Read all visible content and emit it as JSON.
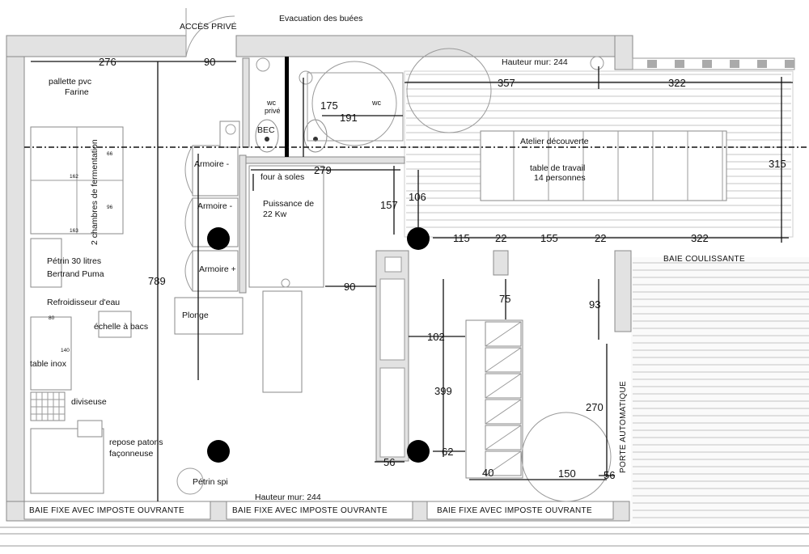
{
  "labels": {
    "acces_prive": "ACCÈS PRIVÉ",
    "evacuation_buees": "Evacuation des buées",
    "hauteur_mur_top": "Hauteur mur: 244",
    "hauteur_mur_bottom": "Hauteur mur: 244",
    "palette_pvc_line1": "pallette pvc",
    "palette_pvc_line2": "Farine",
    "wc_prive_line1": "wc",
    "wc_prive_line2": "privé",
    "wc": "wc",
    "bec": "BEC",
    "chambres_fermentation": "2 chambres de fermentation",
    "armoire_1": "Armoire -",
    "armoire_2": "Armoire -",
    "armoire_3": "Armoire +",
    "four_a_soles": "four à soles",
    "puissance_line1": "Puissance de",
    "puissance_line2": "22 Kw",
    "atelier_decouvert": "Atelier découverte",
    "table_travail_line1": "table de travail",
    "table_travail_line2": "14 personnes",
    "baie_coulissante": "BAIE COULISSANTE",
    "petrin_30_line1": "Pétrin 30 litres",
    "petrin_30_line2": "Bertrand Puma",
    "refroidisseur": "Refroidisseur d'eau",
    "echelle_bacs": "échelle à bacs",
    "plonge": "Plonge",
    "table_inox": "table inox",
    "diviseuse": "diviseuse",
    "repose_line1": "repose patons",
    "repose_line2": "façonneuse",
    "petrin_spi": "Pétrin spi",
    "porte_automatique": "PORTE AUTOMATIQUE",
    "baie_fixe_1": "BAIE FIXE AVEC IMPOSTE OUVRANTE",
    "baie_fixe_2": "BAIE FIXE AVEC IMPOSTE OUVRANTE",
    "baie_fixe_3": "BAIE FIXE AVEC IMPOSTE OUVRANTE"
  },
  "dimensions": {
    "d276": "276",
    "d90_top": "90",
    "d357": "357",
    "d322_top": "322",
    "d175": "175",
    "d191": "191",
    "d279": "279",
    "d315": "315",
    "d106": "106",
    "d157": "157",
    "d115": "115",
    "d22_a": "22",
    "d155": "155",
    "d22_b": "22",
    "d322_mid": "322",
    "d789": "789",
    "d90_mid": "90",
    "d75": "75",
    "d93": "93",
    "d102": "102",
    "d399": "399",
    "d270": "270",
    "d56_left": "56",
    "d62": "62",
    "d40": "40",
    "d150": "150",
    "d56_right": "56",
    "small_66": "66",
    "small_162": "162",
    "small_96": "96",
    "small_163": "163",
    "small_80": "80",
    "small_140": "140"
  },
  "colors": {
    "line": "#111111",
    "wall": "#e2e2e2",
    "column": "#000000"
  }
}
